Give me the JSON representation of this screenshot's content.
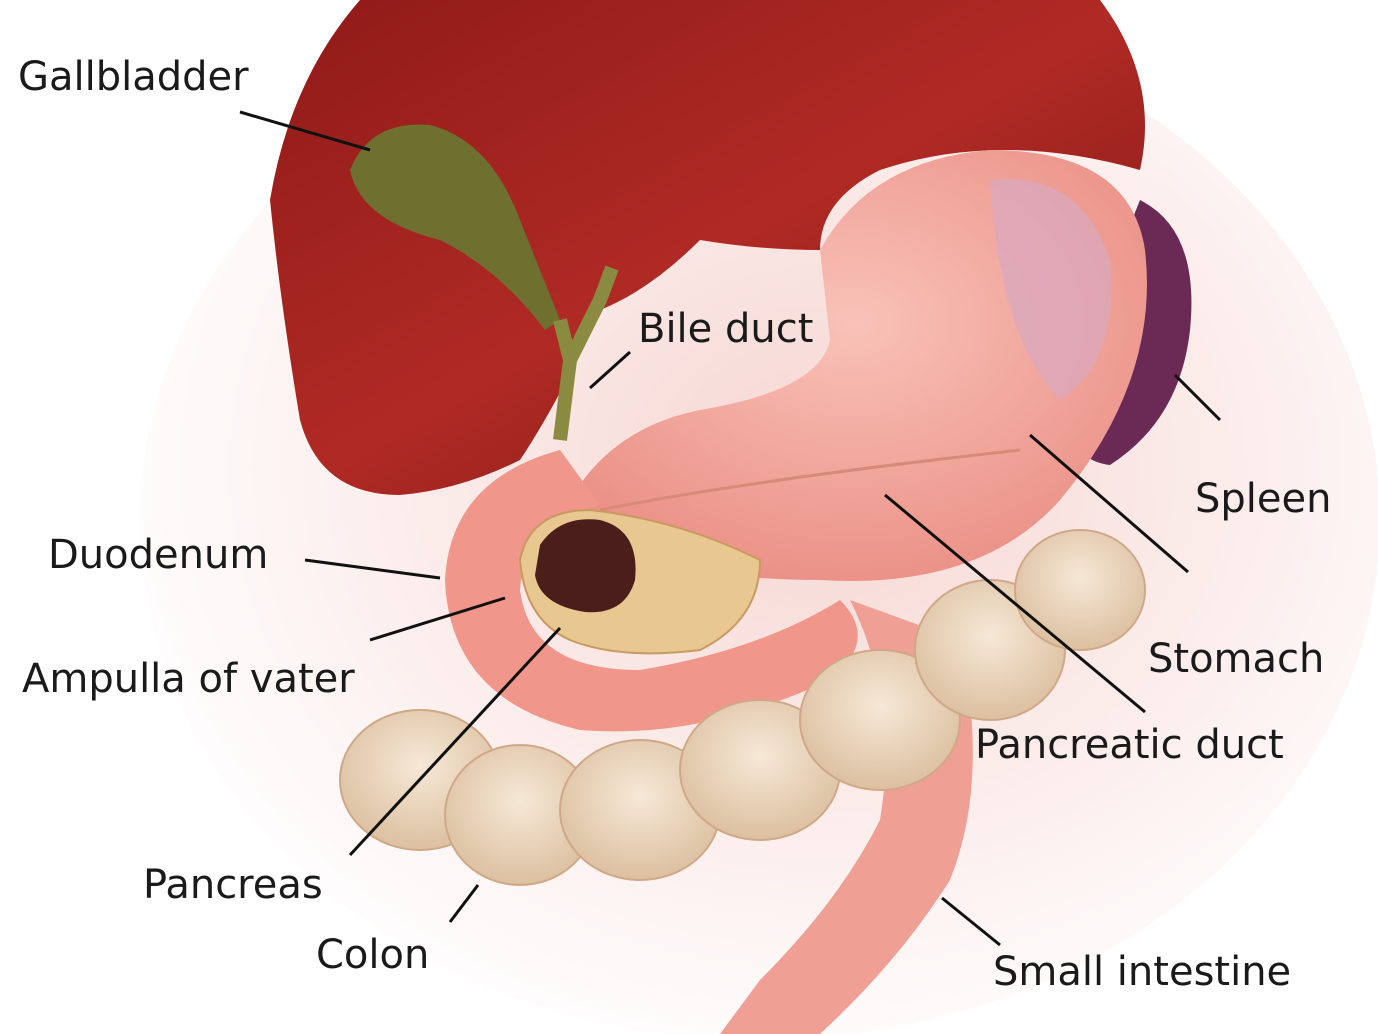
{
  "title": "Pancreas and surrounding organs",
  "labels": {
    "gallbladder": "Gallbladder",
    "bile_duct": "Bile duct",
    "spleen": "Spleen",
    "duodenum": "Duodenum",
    "ampulla": "Ampulla of vater",
    "stomach": "Stomach",
    "pancreatic_duct": "Pancreatic duct",
    "pancreas": "Pancreas",
    "colon": "Colon",
    "small_intestine": "Small intestine"
  },
  "colors": {
    "liver": "#9e1f1c",
    "stomach": "#f2a59a",
    "spleen": "#6a2a55",
    "colon": "#eed9c0",
    "gallbladder": "#6f6f30",
    "pancreas": "#e8c890",
    "tumor": "#4a1e1a"
  }
}
